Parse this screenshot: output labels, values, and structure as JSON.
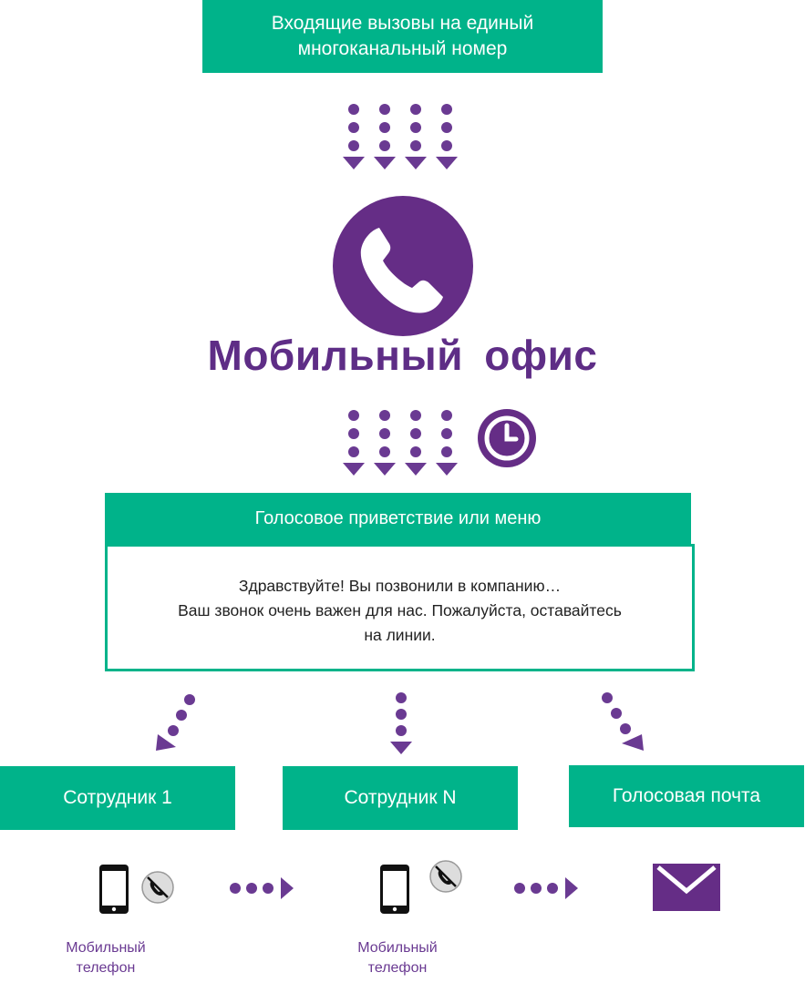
{
  "top_box": {
    "line1": "Входящие вызовы на единый",
    "line2": "многоканальный номер"
  },
  "brand": "Мобильный  офис",
  "greeting": {
    "header": "Голосовое приветствие или меню",
    "line1": "Здравствуйте! Вы позвонили в компанию…",
    "line2": "Ваш звонок очень важен для нас. Пожалуйста, оставайтесь",
    "line3": "на линии."
  },
  "targets": {
    "employee1": "Сотрудник 1",
    "employeeN": "Сотрудник N",
    "voicemail": "Голосовая почта"
  },
  "captions": {
    "phone1": "Мобильный телефон",
    "phone2": "Мобильный телефон"
  },
  "colors": {
    "green": "#00b38a",
    "purple": "#5e2d86"
  },
  "icons": [
    "phone-handset-icon",
    "clock-icon",
    "mobile-phone-icon",
    "no-call-icon",
    "envelope-icon"
  ]
}
